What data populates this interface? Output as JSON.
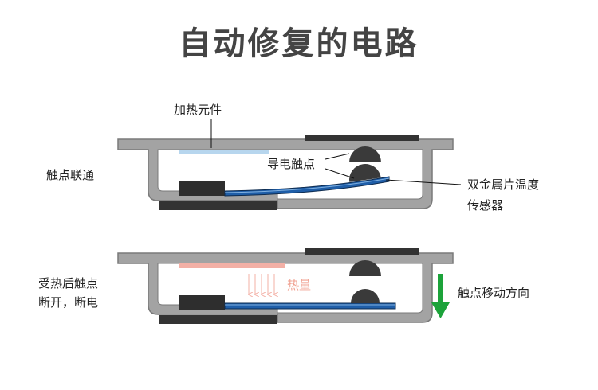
{
  "title": "自动修复的电路",
  "diagram_top": {
    "state_label": "触点联通",
    "heater_label": "加热元件",
    "contact_label": "导电触点",
    "sensor_label_line1": "双金属片温度",
    "sensor_label_line2": "传感器"
  },
  "diagram_bottom": {
    "state_label_line1": "受热后触点",
    "state_label_line2": "断开，断电",
    "heat_label": "热量",
    "direction_label": "触点移动方向"
  },
  "colors": {
    "housing": "#a0a0a0",
    "housing_stroke": "#707070",
    "heater_cool": "#b7d6ee",
    "heater_hot": "#f3b0a6",
    "heat_text": "#f0a090",
    "bimetal_blue": "#1f5ea8",
    "contact": "#3a3a3a",
    "arrow_green": "#1ca33a"
  }
}
